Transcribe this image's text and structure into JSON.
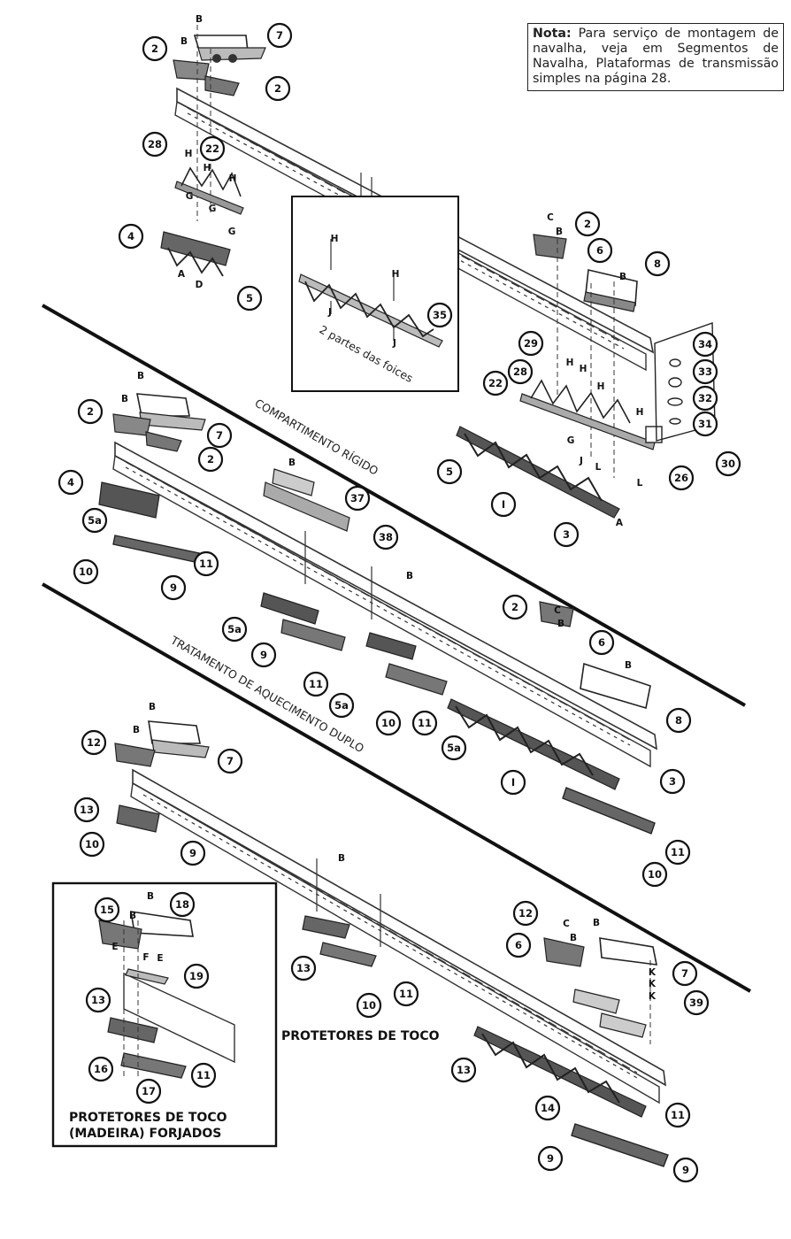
{
  "note": {
    "prefix": "Nota:",
    "text": " Para serviço de montagem de navalha, veja em Segmentos de Navalha, Plataformas de transmissão simples na página 28."
  },
  "labels": {
    "inset_sickles": "2 partes das foices",
    "rigid": "COMPARTIMENTO RÍGIDO",
    "double_heat": "TRATAMENTO DE AQUECIMENTO DUPLO",
    "stub_guards": "PROTETORES DE TOCO",
    "forged_line1": "PROTETORES DE TOCO",
    "forged_line2": "(MADEIRA) FORJADOS"
  },
  "callouts": [
    {
      "id": "c1",
      "text": "7"
    },
    {
      "id": "c2",
      "text": "2"
    },
    {
      "id": "c3",
      "text": "2"
    },
    {
      "id": "c4",
      "text": "28"
    },
    {
      "id": "c5",
      "text": "22"
    },
    {
      "id": "c6",
      "text": "4"
    },
    {
      "id": "c7",
      "text": "5"
    },
    {
      "id": "c8",
      "text": "2"
    },
    {
      "id": "c9",
      "text": "6"
    },
    {
      "id": "c10",
      "text": "8"
    },
    {
      "id": "c11",
      "text": "35"
    },
    {
      "id": "c12",
      "text": "29"
    },
    {
      "id": "c13",
      "text": "28"
    },
    {
      "id": "c14",
      "text": "22"
    },
    {
      "id": "c15",
      "text": "34"
    },
    {
      "id": "c16",
      "text": "33"
    },
    {
      "id": "c17",
      "text": "32"
    },
    {
      "id": "c18",
      "text": "31"
    },
    {
      "id": "c19",
      "text": "30"
    },
    {
      "id": "c20",
      "text": "26"
    },
    {
      "id": "c21",
      "text": "5"
    },
    {
      "id": "c22",
      "text": "I"
    },
    {
      "id": "c23",
      "text": "3"
    },
    {
      "id": "c24",
      "text": "2"
    },
    {
      "id": "c25",
      "text": "7"
    },
    {
      "id": "c26",
      "text": "2"
    },
    {
      "id": "c27",
      "text": "4"
    },
    {
      "id": "c28",
      "text": "5a"
    },
    {
      "id": "c29",
      "text": "37"
    },
    {
      "id": "c30",
      "text": "38"
    },
    {
      "id": "c31",
      "text": "10"
    },
    {
      "id": "c32",
      "text": "11"
    },
    {
      "id": "c33",
      "text": "9"
    },
    {
      "id": "c34",
      "text": "5a"
    },
    {
      "id": "c35",
      "text": "9"
    },
    {
      "id": "c36",
      "text": "11"
    },
    {
      "id": "c37",
      "text": "2"
    },
    {
      "id": "c38",
      "text": "6"
    },
    {
      "id": "c39",
      "text": "8"
    },
    {
      "id": "c40",
      "text": "5a"
    },
    {
      "id": "c41",
      "text": "10"
    },
    {
      "id": "c42",
      "text": "11"
    },
    {
      "id": "c43",
      "text": "5a"
    },
    {
      "id": "c44",
      "text": "I"
    },
    {
      "id": "c45",
      "text": "3"
    },
    {
      "id": "c46",
      "text": "12"
    },
    {
      "id": "c47",
      "text": "7"
    },
    {
      "id": "c48",
      "text": "13"
    },
    {
      "id": "c49",
      "text": "10"
    },
    {
      "id": "c50",
      "text": "9"
    },
    {
      "id": "c51",
      "text": "11"
    },
    {
      "id": "c52",
      "text": "10"
    },
    {
      "id": "c53",
      "text": "15"
    },
    {
      "id": "c54",
      "text": "18"
    },
    {
      "id": "c55",
      "text": "19"
    },
    {
      "id": "c56",
      "text": "13"
    },
    {
      "id": "c57",
      "text": "16"
    },
    {
      "id": "c58",
      "text": "17"
    },
    {
      "id": "c59",
      "text": "11"
    },
    {
      "id": "c60",
      "text": "13"
    },
    {
      "id": "c61",
      "text": "10"
    },
    {
      "id": "c62",
      "text": "11"
    },
    {
      "id": "c63",
      "text": "12"
    },
    {
      "id": "c64",
      "text": "6"
    },
    {
      "id": "c65",
      "text": "7"
    },
    {
      "id": "c66",
      "text": "39"
    },
    {
      "id": "c67",
      "text": "13"
    },
    {
      "id": "c68",
      "text": "14"
    },
    {
      "id": "c69",
      "text": "11"
    },
    {
      "id": "c70",
      "text": "9"
    },
    {
      "id": "c71",
      "text": "9"
    }
  ],
  "letters": [
    {
      "id": "l1",
      "text": "B"
    },
    {
      "id": "l2",
      "text": "B"
    },
    {
      "id": "l3",
      "text": "H"
    },
    {
      "id": "l4",
      "text": "H"
    },
    {
      "id": "l5",
      "text": "H"
    },
    {
      "id": "l6",
      "text": "G"
    },
    {
      "id": "l7",
      "text": "G"
    },
    {
      "id": "l8",
      "text": "G"
    },
    {
      "id": "l9",
      "text": "A"
    },
    {
      "id": "l10",
      "text": "D"
    },
    {
      "id": "l11",
      "text": "C"
    },
    {
      "id": "l12",
      "text": "B"
    },
    {
      "id": "l13",
      "text": "B"
    },
    {
      "id": "l14",
      "text": "H"
    },
    {
      "id": "l15",
      "text": "H"
    },
    {
      "id": "l16",
      "text": "J"
    },
    {
      "id": "l17",
      "text": "J"
    },
    {
      "id": "l18",
      "text": "H"
    },
    {
      "id": "l19",
      "text": "H"
    },
    {
      "id": "l20",
      "text": "H"
    },
    {
      "id": "l21",
      "text": "H"
    },
    {
      "id": "l22",
      "text": "G"
    },
    {
      "id": "l23",
      "text": "L"
    },
    {
      "id": "l24",
      "text": "J"
    },
    {
      "id": "l25",
      "text": "L"
    },
    {
      "id": "l26",
      "text": "A"
    },
    {
      "id": "l27",
      "text": "B"
    },
    {
      "id": "l28",
      "text": "B"
    },
    {
      "id": "l29",
      "text": "B"
    },
    {
      "id": "l30",
      "text": "B"
    },
    {
      "id": "l31",
      "text": "C"
    },
    {
      "id": "l32",
      "text": "B"
    },
    {
      "id": "l33",
      "text": "B"
    },
    {
      "id": "l34",
      "text": "B"
    },
    {
      "id": "l35",
      "text": "B"
    },
    {
      "id": "l36",
      "text": "B"
    },
    {
      "id": "l37",
      "text": "B"
    },
    {
      "id": "l38",
      "text": "B"
    },
    {
      "id": "l39",
      "text": "E"
    },
    {
      "id": "l40",
      "text": "F"
    },
    {
      "id": "l41",
      "text": "E"
    },
    {
      "id": "l42",
      "text": "C"
    },
    {
      "id": "l43",
      "text": "B"
    },
    {
      "id": "l44",
      "text": "B"
    },
    {
      "id": "l45",
      "text": "K"
    },
    {
      "id": "l46",
      "text": "K"
    },
    {
      "id": "l47",
      "text": "K"
    }
  ]
}
